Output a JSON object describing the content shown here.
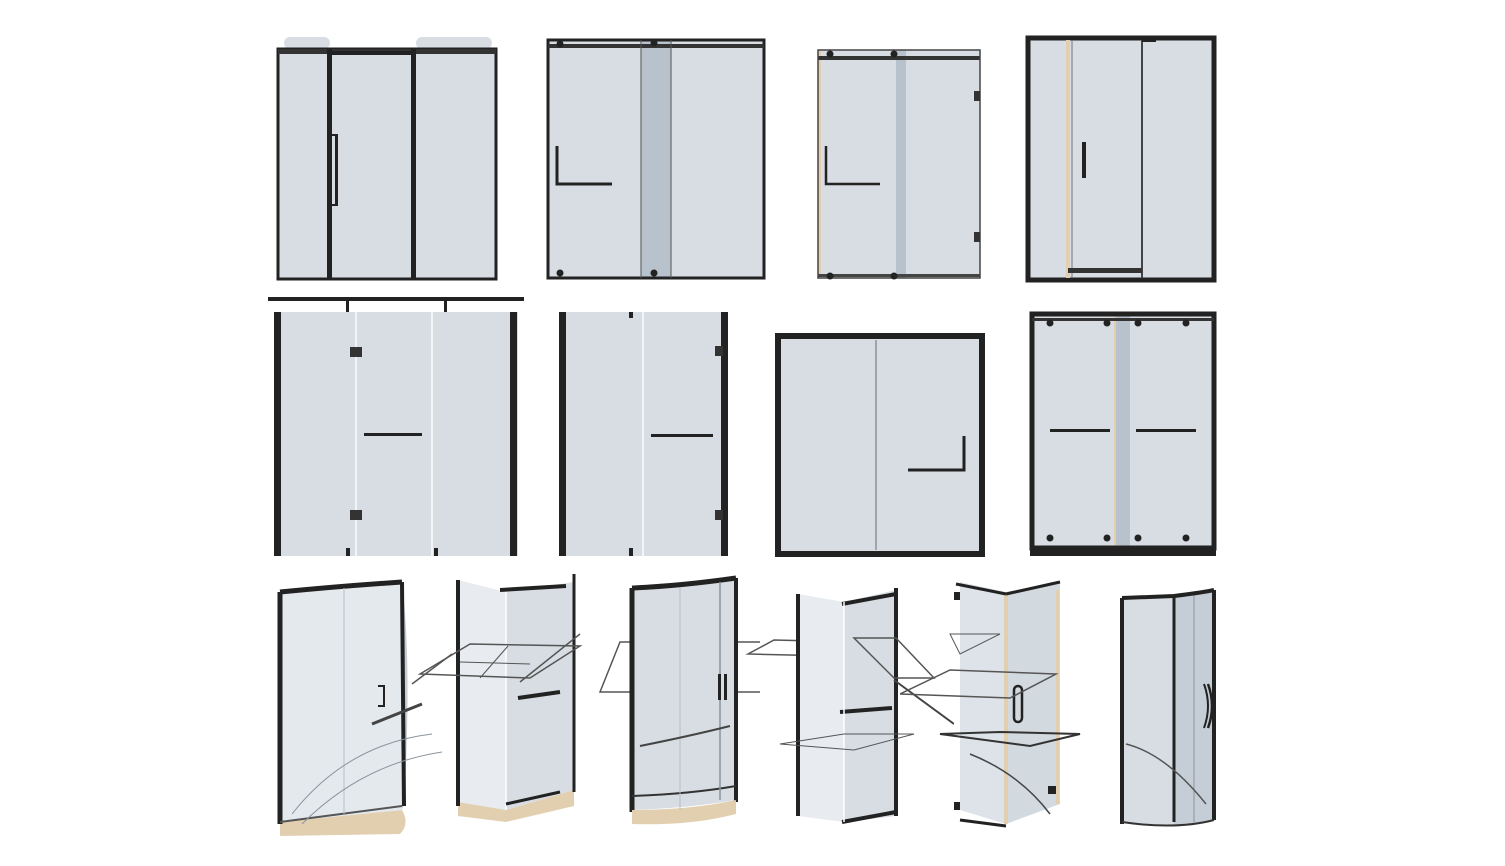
{
  "palette": {
    "frame": "#222222",
    "glass": "#d7dde3",
    "glass_dark": "#b7c2cc",
    "glass_light": "#e4e9ee",
    "trim": "#e2cfb0",
    "line": "#9aa3ab",
    "background": "#ffffff"
  },
  "products": [
    {
      "name": "sliding-door-3-panel",
      "kind": "front-view"
    },
    {
      "name": "sliding-door-2-panel-bar",
      "kind": "front-view"
    },
    {
      "name": "sliding-door-hinged-fixed",
      "kind": "front-view"
    },
    {
      "name": "pivot-door-framed",
      "kind": "front-view"
    },
    {
      "name": "pivot-door-overhead-bar",
      "kind": "front-view"
    },
    {
      "name": "frameless-pivot-door",
      "kind": "front-view"
    },
    {
      "name": "framed-sliding-screen",
      "kind": "front-view"
    },
    {
      "name": "double-sliding-door-base",
      "kind": "front-view"
    },
    {
      "name": "curved-enclosure-tray",
      "kind": "perspective"
    },
    {
      "name": "angled-enclosure-tray",
      "kind": "perspective"
    },
    {
      "name": "curved-enclosure-door",
      "kind": "perspective"
    },
    {
      "name": "angled-enclosure-open",
      "kind": "perspective"
    },
    {
      "name": "diamond-enclosure-round-handle",
      "kind": "perspective"
    },
    {
      "name": "curved-corner-enclosure",
      "kind": "perspective"
    }
  ]
}
